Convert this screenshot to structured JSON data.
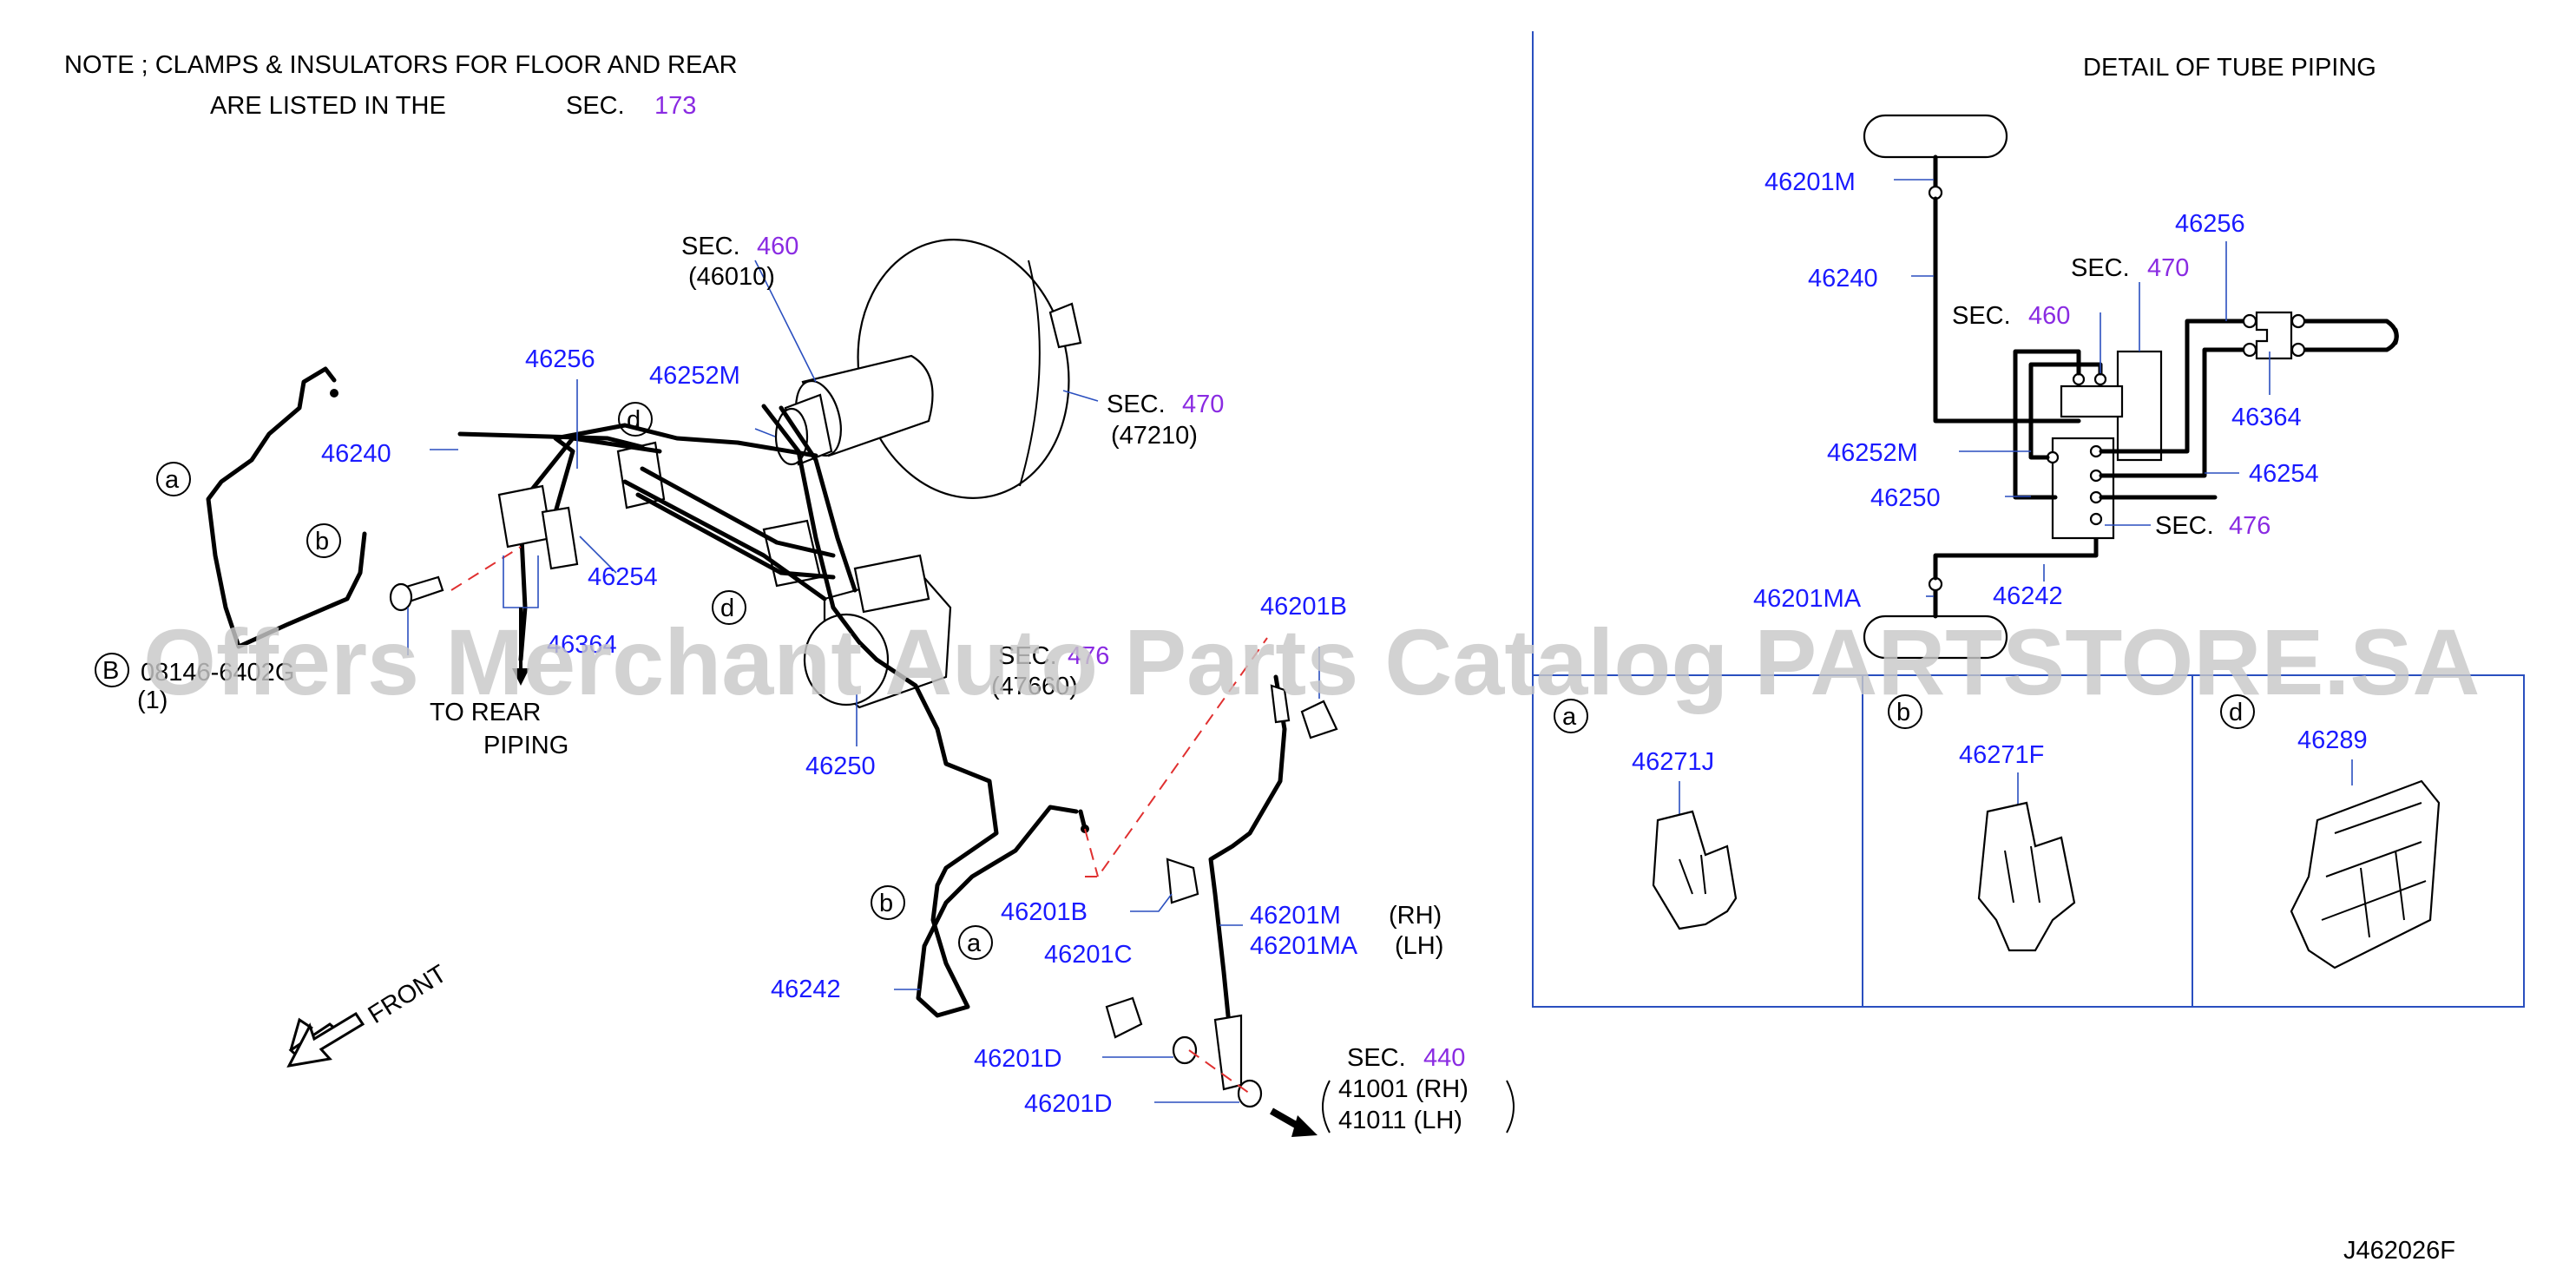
{
  "note": {
    "line1": "NOTE  ;  CLAMPS  &  INSULATORS  FOR  FLOOR  AND  REAR",
    "line2": "ARE  LISTED  IN  THE",
    "sec_label": "SEC.",
    "sec_num": "173"
  },
  "detail_title": "DETAIL  OF  TUBE  PIPING",
  "drawing_code": "J462026F",
  "watermark": "Offers Merchant Auto Parts Catalog PARTSTORE.SA",
  "front_label": "FRONT",
  "to_rear": {
    "line1": "TO   REAR",
    "line2": "PIPING"
  },
  "sec_word": "SEC.",
  "main": {
    "sec460": {
      "num": "460",
      "sub": "(46010)"
    },
    "sec470": {
      "num": "470",
      "sub": "(47210)"
    },
    "sec476": {
      "num": "476",
      "sub": "(47660)"
    },
    "sec440": {
      "num": "440",
      "r1": "41001   (RH)",
      "r2": "41011   (LH)"
    },
    "bolt_ref": {
      "letter": "B",
      "num": "08146-6402G",
      "qty": "(1)"
    },
    "parts": {
      "p46256": "46256",
      "p46252M": "46252M",
      "p46240": "46240",
      "p46254": "46254",
      "p46364": "46364",
      "p46250": "46250",
      "p46242": "46242",
      "p46201B_a": "46201B",
      "p46201B_b": "46201B",
      "p46201M": "46201M",
      "p46201MA": "46201MA",
      "rh": "(RH)",
      "lh": "(LH)",
      "p46201C": "46201C",
      "p46201D_a": "46201D",
      "p46201D_b": "46201D"
    },
    "clip_letters": {
      "a": "a",
      "b": "b",
      "d": "d"
    }
  },
  "detail": {
    "p46201M": "46201M",
    "p46240": "46240",
    "p46256": "46256",
    "sec470": "470",
    "sec460": "460",
    "p46364": "46364",
    "p46252M": "46252M",
    "p46254": "46254",
    "p46250": "46250",
    "sec476": "476",
    "p46201MA": "46201MA",
    "p46242": "46242"
  },
  "clips": [
    {
      "letter": "a",
      "part": "46271J"
    },
    {
      "letter": "b",
      "part": "46271F"
    },
    {
      "letter": "d",
      "part": "46289"
    }
  ]
}
